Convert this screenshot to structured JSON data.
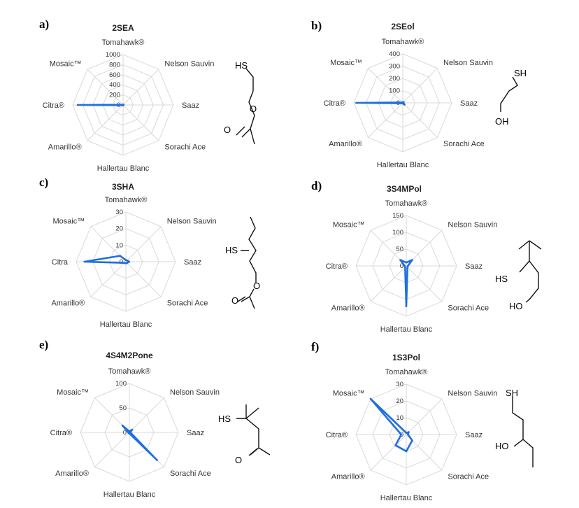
{
  "chart_data": [
    {
      "type": "radar",
      "panel": "a)",
      "title": "2SEA",
      "categories": [
        "Tomahawk®",
        "Nelson Sauvin",
        "Saaz",
        "Sorachi Ace",
        "Hallertau Blanc",
        "Amarillo®",
        "Citra®",
        "Mosaic™"
      ],
      "ticks": [
        "0",
        "200",
        "400",
        "600",
        "800",
        "1000"
      ],
      "range": [
        0,
        1000
      ],
      "values": [
        5,
        10,
        10,
        5,
        5,
        5,
        900,
        5
      ],
      "series_color": "#1f6fe0",
      "molecule": {
        "name": "2-sulfanylethyl acetate",
        "labels": [
          "HS",
          "O",
          "O"
        ]
      }
    },
    {
      "type": "radar",
      "panel": "b)",
      "title": "2SEol",
      "categories": [
        "Tomahawk®",
        "Nelson Sauvin",
        "Saaz",
        "Sorachi Ace",
        "Hallertau Blanc",
        "Amarillo®",
        "Citra®",
        "Mosaic™"
      ],
      "ticks": [
        "0",
        "100",
        "200",
        "300",
        "400"
      ],
      "range": [
        0,
        400
      ],
      "values": [
        5,
        10,
        5,
        20,
        5,
        5,
        380,
        5
      ],
      "series_color": "#1f6fe0",
      "molecule": {
        "name": "2-sulfanylethanol",
        "labels": [
          "SH",
          "OH"
        ]
      }
    },
    {
      "type": "radar",
      "panel": "c)",
      "title": "3SHA",
      "categories": [
        "Tomahawk®",
        "Nelson Sauvin",
        "Saaz",
        "Sorachi Ace",
        "Hallertau Blanc",
        "Amarillo®",
        "Citra",
        "Mosaic™"
      ],
      "ticks": [
        "0",
        "10",
        "20",
        "30"
      ],
      "range": [
        0,
        30
      ],
      "values": [
        1,
        1,
        2,
        1,
        1,
        1,
        25,
        5
      ],
      "series_color": "#1f6fe0",
      "molecule": {
        "name": "3-sulfanylhexyl acetate",
        "labels": [
          "HS",
          "O",
          "O"
        ]
      }
    },
    {
      "type": "radar",
      "panel": "d)",
      "title": "3S4MPol",
      "categories": [
        "Tomahawk®",
        "Nelson Sauvin",
        "Saaz",
        "Sorachi Ace",
        "Hallertau Blanc",
        "Amarillo®",
        "Citra®",
        "Mosaic™"
      ],
      "ticks": [
        "0",
        "50",
        "100",
        "150"
      ],
      "range": [
        0,
        150
      ],
      "values": [
        10,
        25,
        5,
        5,
        120,
        5,
        5,
        25
      ],
      "series_color": "#1f6fe0",
      "molecule": {
        "name": "3-sulfanyl-4-methylpentan-1-ol",
        "labels": [
          "HS",
          "HO"
        ]
      }
    },
    {
      "type": "radar",
      "panel": "e)",
      "title": "4S4M2Pone",
      "categories": [
        "Tomahawk®",
        "Nelson Sauvin",
        "Saaz",
        "Sorachi Ace",
        "Hallertau Blanc",
        "Amarillo®",
        "Citra®",
        "Mosaic™"
      ],
      "ticks": [
        "0",
        "50",
        "100"
      ],
      "range": [
        0,
        100
      ],
      "values": [
        2,
        8,
        2,
        80,
        2,
        2,
        2,
        20
      ],
      "series_color": "#1f6fe0",
      "molecule": {
        "name": "4-sulfanyl-4-methylpentan-2-one",
        "labels": [
          "HS",
          "O"
        ]
      }
    },
    {
      "type": "radar",
      "panel": "f)",
      "title": "1S3Pol",
      "categories": [
        "Tomahawk®",
        "Nelson Sauvin",
        "Saaz",
        "Sorachi Ace",
        "Hallertau Blanc",
        "Amarillo®",
        "Citra®",
        "Mosaic™"
      ],
      "ticks": [
        "0",
        "10",
        "20",
        "30"
      ],
      "range": [
        0,
        30
      ],
      "values": [
        1,
        2,
        1,
        5,
        10,
        9,
        3,
        30
      ],
      "series_color": "#1f6fe0",
      "molecule": {
        "name": "1-sulfanylpentan-3-ol",
        "labels": [
          "SH",
          "HO"
        ]
      }
    }
  ]
}
